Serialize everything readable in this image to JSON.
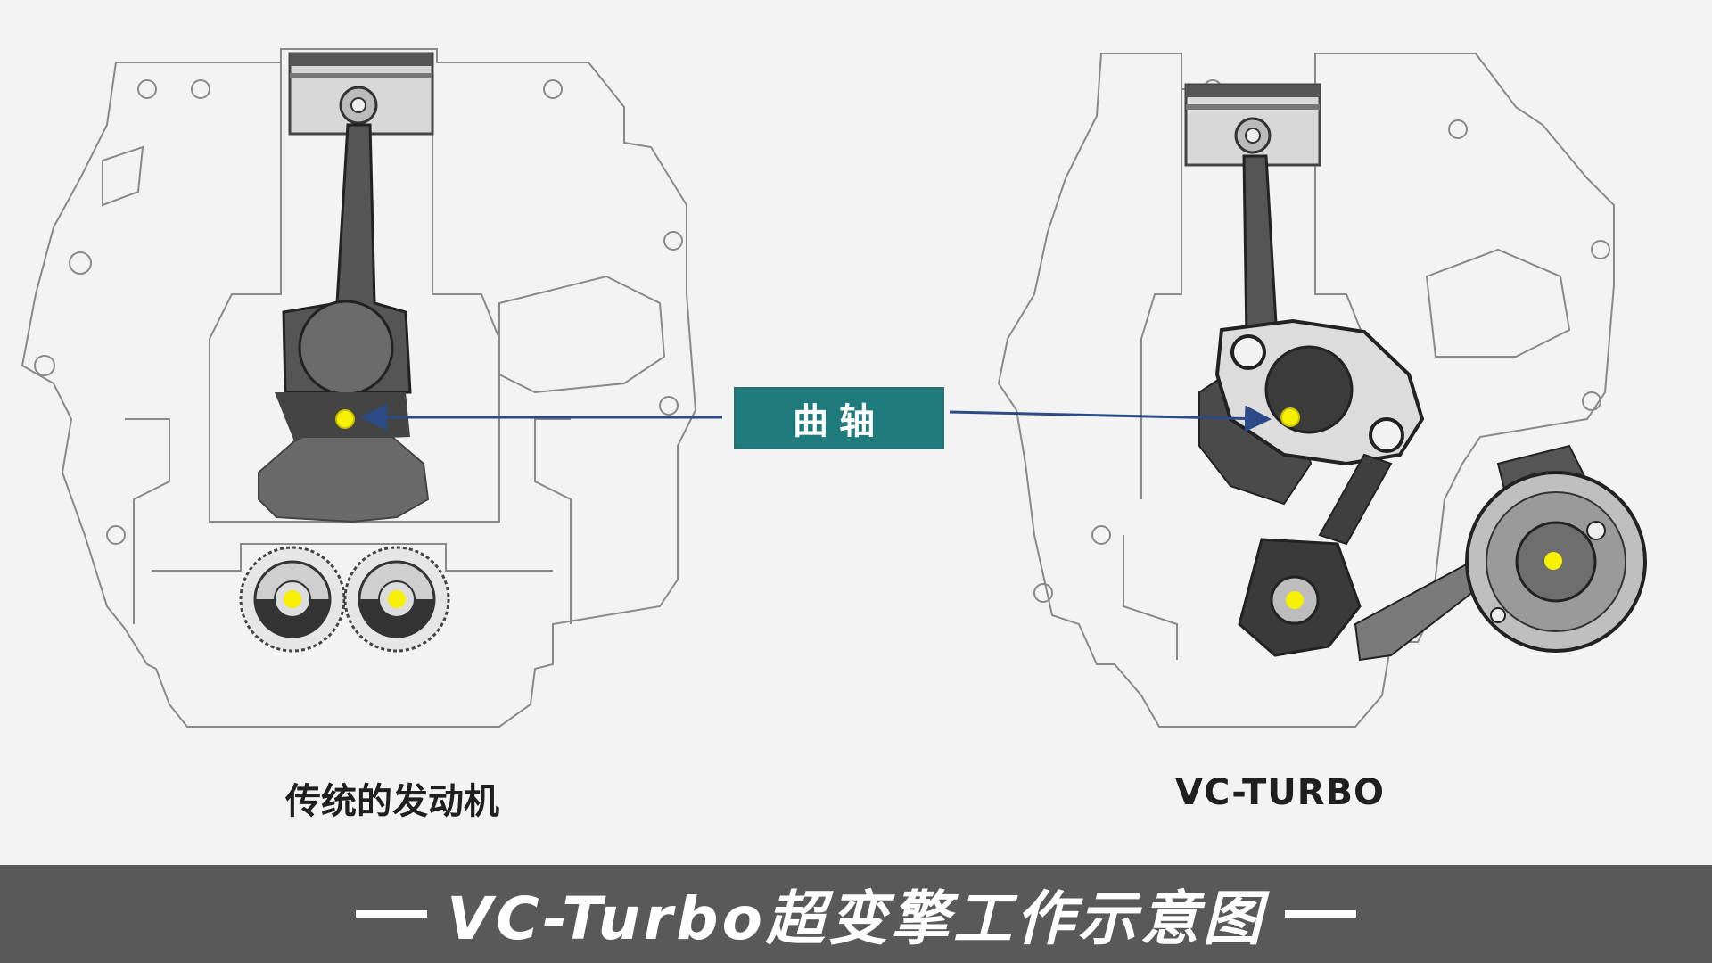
{
  "left_engine": {
    "caption": "传统的发动机"
  },
  "right_engine": {
    "caption": "VC-TURBO"
  },
  "callout": {
    "label": "曲轴"
  },
  "footer": {
    "title": "VC-Turbo超变擎工作示意图"
  },
  "colors": {
    "background": "#f3f3f3",
    "callout_bg": "#1f7a7c",
    "title_bar": "#595959",
    "marker": "#f7f000",
    "arrow": "#2c4b86"
  }
}
